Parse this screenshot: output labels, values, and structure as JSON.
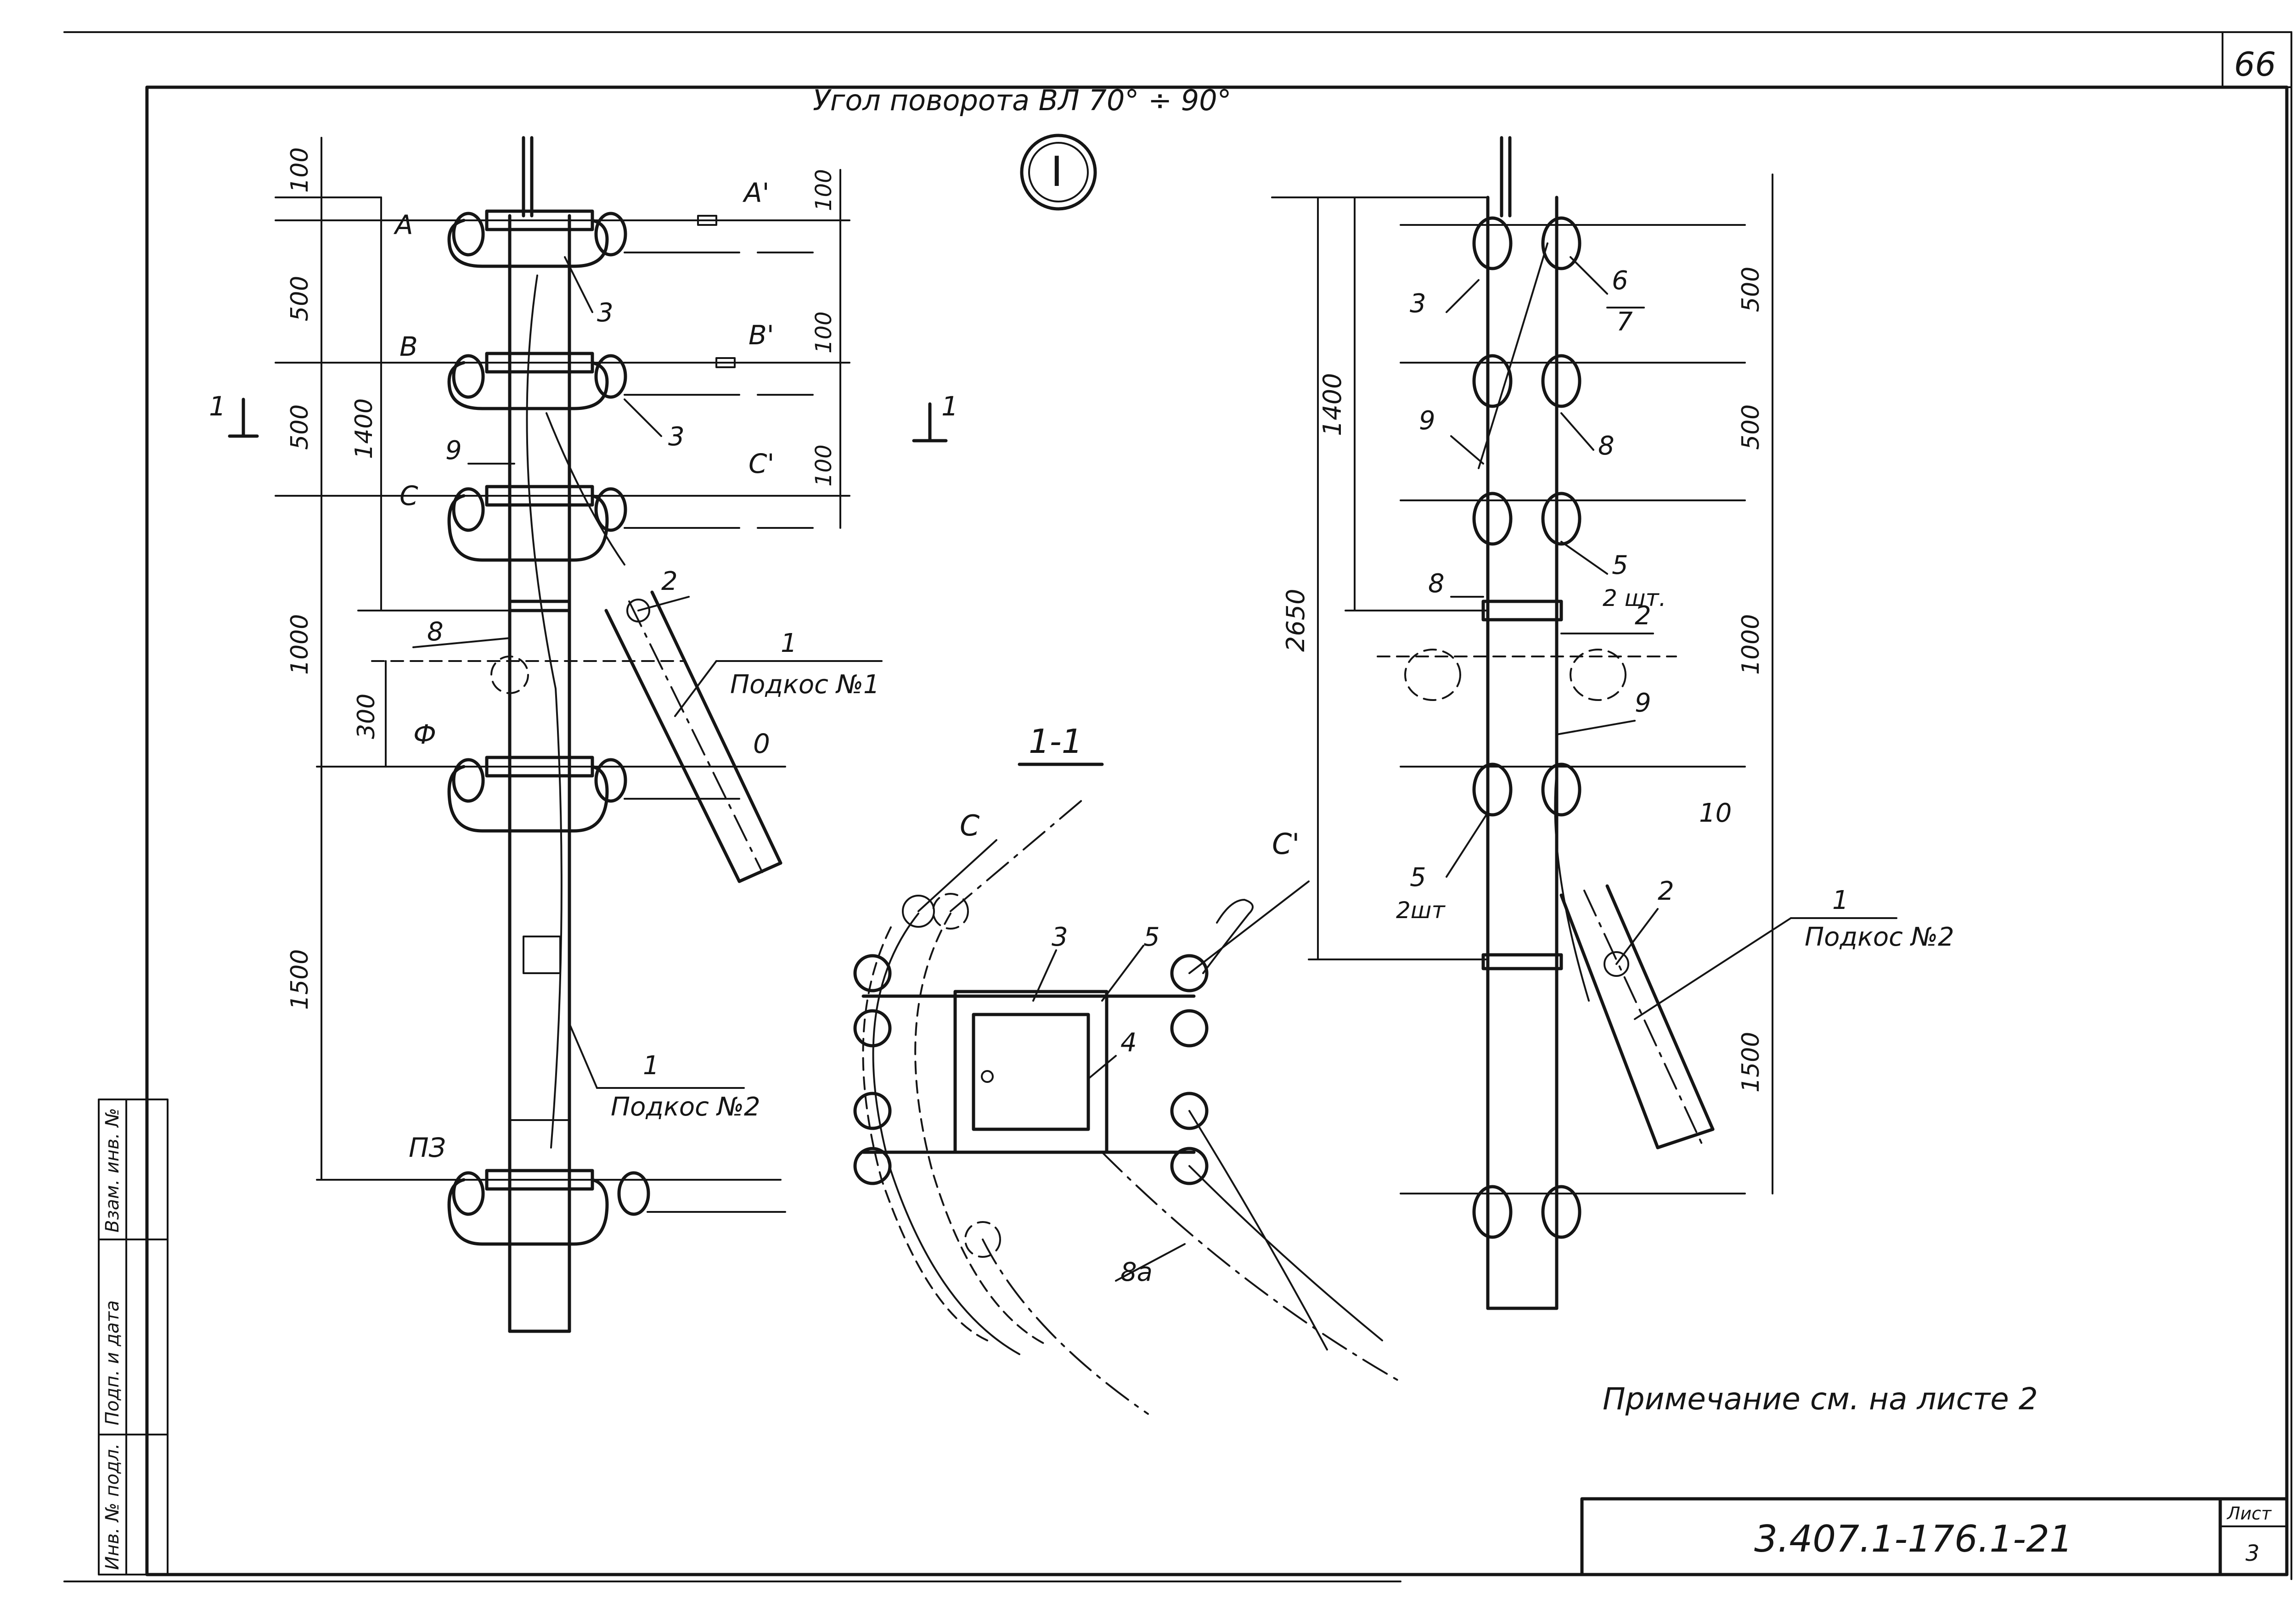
{
  "sheet": {
    "page_number": "66",
    "title": "Угол поворота ВЛ 70° ÷ 90°",
    "detail_mark": "I",
    "section_marker": "1",
    "section_title": "1-1",
    "note": "Примечание см. на листе 2",
    "document_code": "3.407.1-176.1-21",
    "sheet_label": "Лист",
    "sheet_number": "3"
  },
  "left_view": {
    "levels": [
      "А",
      "В",
      "С",
      "Ф",
      "ПЗ"
    ],
    "right_levels": [
      "А'",
      "В'",
      "С'",
      "0"
    ],
    "dims_outer": [
      "100",
      "500",
      "500",
      "1000",
      "1500"
    ],
    "dims_inner": [
      "1400",
      "300"
    ],
    "dims_right": [
      "100",
      "100",
      "100"
    ],
    "callouts": [
      "3",
      "3",
      "9",
      "2",
      "8",
      "1",
      "1"
    ],
    "brace_1": "Подкос №1",
    "brace_2": "Подкос №2"
  },
  "section_view": {
    "labels": [
      "С",
      "С'",
      "3",
      "5",
      "4",
      "8а"
    ]
  },
  "right_view": {
    "dims_left": [
      "2650",
      "1400"
    ],
    "dims_right": [
      "500",
      "500",
      "1000",
      "1500"
    ],
    "callouts": [
      "3",
      "6",
      "7",
      "9",
      "8",
      "5",
      "2 шт.",
      "8",
      "2",
      "9",
      "10",
      "5",
      "2шт",
      "2",
      "1"
    ],
    "brace": "Подкос №2"
  },
  "stamp_side": [
    "Инв. № подл.",
    "Подп. и дата",
    "Взам. инв. №"
  ]
}
